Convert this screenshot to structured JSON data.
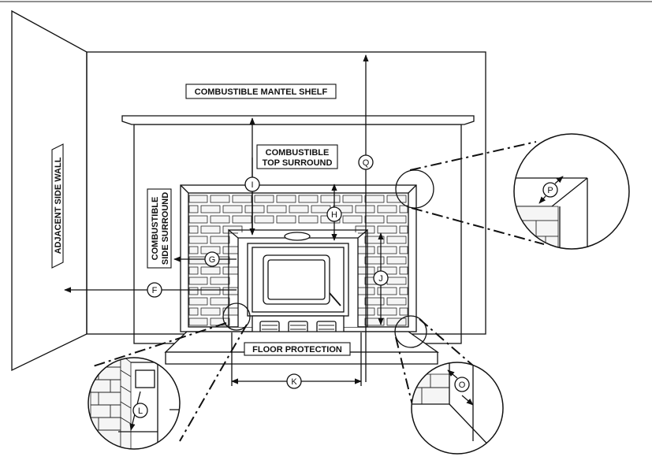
{
  "labels": {
    "mantel_shelf": "COMBUSTIBLE MANTEL SHELF",
    "top_surround_line1": "COMBUSTIBLE",
    "top_surround_line2": "TOP SURROUND",
    "side_surround_line1": "COMBUSTIBLE",
    "side_surround_line2": "SIDE SURROUND",
    "adjacent_wall": "ADJACENT SIDE WALL",
    "floor_protection": "FLOOR PROTECTION"
  },
  "markers": {
    "F": "F",
    "G": "G",
    "H": "H",
    "I": "I",
    "J": "J",
    "K": "K",
    "L": "L",
    "O": "O",
    "P": "P",
    "Q": "Q"
  }
}
